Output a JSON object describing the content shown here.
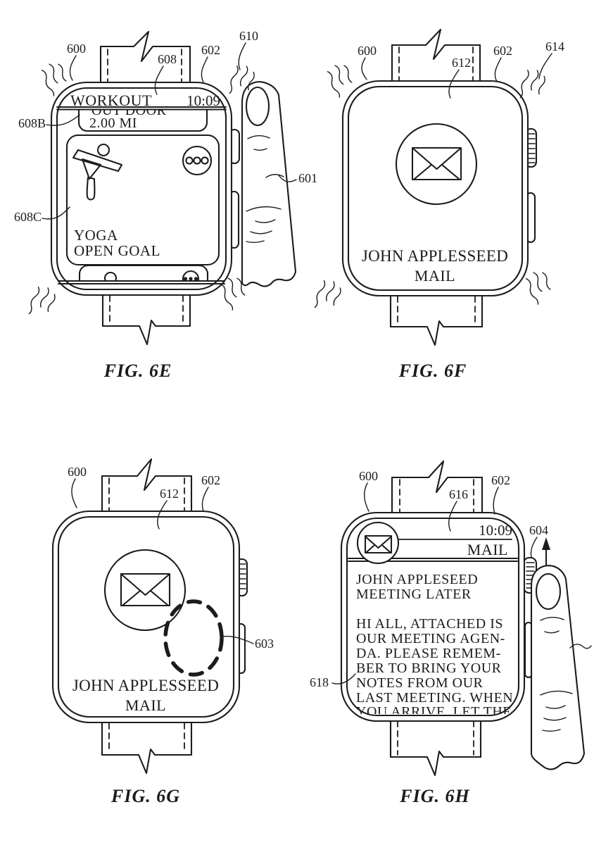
{
  "sheet": {
    "background": "#ffffff",
    "ink": "#1c1c1c"
  },
  "fig6e": {
    "caption": "FIG. 6E",
    "icons": [
      "yoga-pose-icon",
      "ellipsis-menu-icon",
      "page-dot-icon",
      "haptic-wave-icon",
      "band-break-icon"
    ],
    "screen": {
      "title": "WORKOUT",
      "time": "10:09",
      "workout_type": "OUT DOOR",
      "workout_goal": "2.00 MI",
      "yoga_title": "YOGA",
      "yoga_subtitle": "OPEN GOAL"
    },
    "refs": {
      "r600": "600",
      "r608": "608",
      "r602": "602",
      "r610": "610",
      "r608b": "608B",
      "r608c": "608C",
      "r601": "601"
    }
  },
  "fig6f": {
    "caption": "FIG. 6F",
    "icons": [
      "mail-icon",
      "haptic-wave-icon",
      "band-break-icon"
    ],
    "screen": {
      "line1": "JOHN APPLESSEED",
      "line2": "MAIL"
    },
    "refs": {
      "r600": "600",
      "r612": "612",
      "r602": "602",
      "r614": "614"
    }
  },
  "fig6g": {
    "caption": "FIG. 6G",
    "icons": [
      "mail-icon",
      "touch-target-dashed-circle-icon",
      "band-break-icon"
    ],
    "screen": {
      "line1": "JOHN APPLESSEED",
      "line2": "MAIL"
    },
    "refs": {
      "r600": "600",
      "r612": "612",
      "r602": "602",
      "r603": "603"
    }
  },
  "fig6h": {
    "caption": "FIG. 6H",
    "icons": [
      "mail-badge-icon",
      "scroll-up-arrow-icon",
      "band-break-icon"
    ],
    "screen": {
      "time": "10:09",
      "app": "MAIL",
      "body": [
        "JOHN APPLESEED",
        "MEETING LATER",
        "",
        "HI ALL, ATTACHED IS",
        "OUR MEETING AGEN-",
        "DA. PLEASE REMEM-",
        "BER TO BRING YOUR",
        "NOTES FROM OUR",
        "LAST MEETING. WHEN",
        "YOU ARRIVE, LET THE"
      ]
    },
    "refs": {
      "r600": "600",
      "r616": "616",
      "r602": "602",
      "r604": "604",
      "r618": "618"
    }
  }
}
